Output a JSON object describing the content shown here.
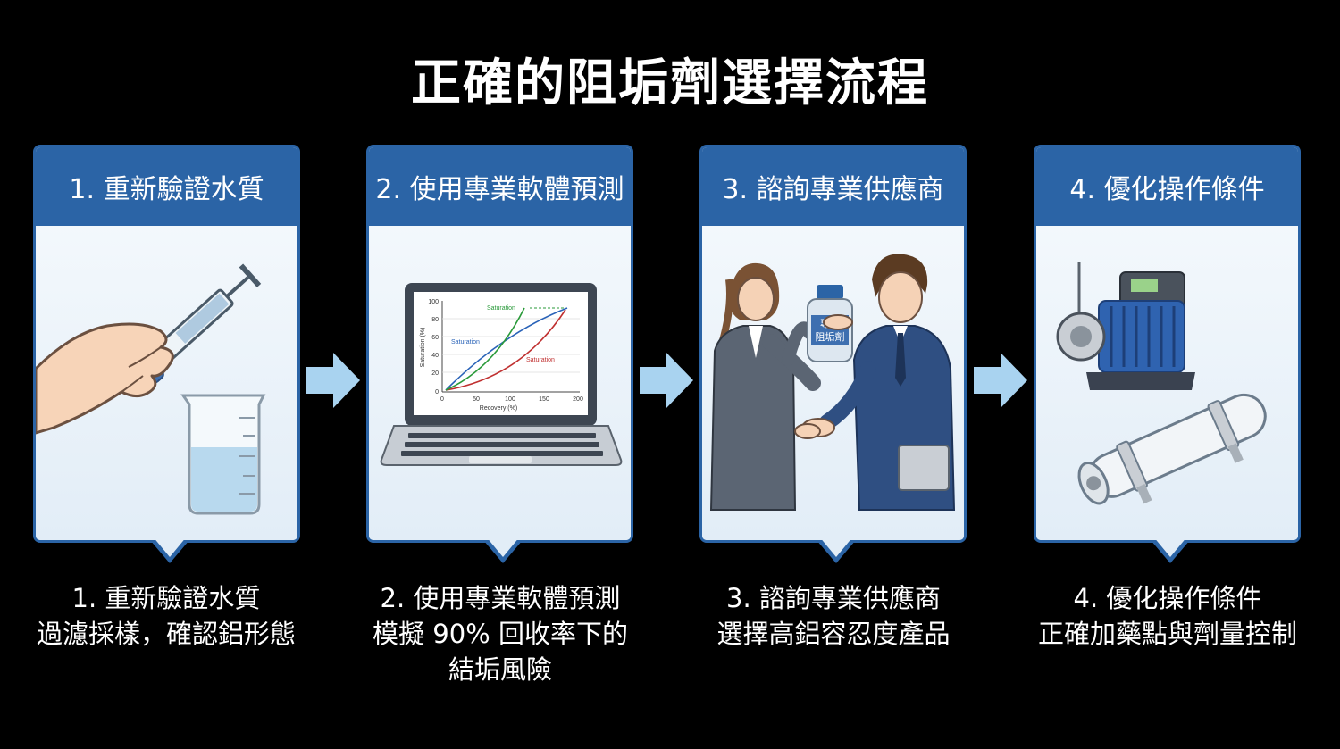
{
  "title": "正確的阻垢劑選擇流程",
  "steps": [
    {
      "header": "1. 重新驗證水質",
      "caption_title": "1. 重新驗證水質",
      "caption_desc": "過濾採樣，確認鋁形態"
    },
    {
      "header": "2. 使用專業軟體預測",
      "caption_title": "2. 使用專業軟體預測",
      "caption_desc": "模擬 90% 回收率下的結垢風險"
    },
    {
      "header": "3. 諮詢專業供應商",
      "caption_title": "3. 諮詢專業供應商",
      "caption_desc": "選擇高鋁容忍度產品"
    },
    {
      "header": "4. 優化操作條件",
      "caption_title": "4. 優化操作條件",
      "caption_desc": "正確加藥點與劑量控制"
    }
  ],
  "chart": {
    "y_ticks": [
      "100",
      "80",
      "60",
      "40",
      "20",
      "0"
    ],
    "x_ticks": [
      "0",
      "50",
      "100",
      "150",
      "200"
    ],
    "ylabel": "Saturation (%)",
    "xlabel": "Recovery (%)",
    "labels": [
      "Saturation",
      "Saturation",
      "Saturation"
    ]
  },
  "bottle_label": [
    "專用",
    "阻垢劑"
  ],
  "colors": {
    "accent": "#2b64a6",
    "arrow": "#a9d3f0",
    "background": "#000000"
  }
}
